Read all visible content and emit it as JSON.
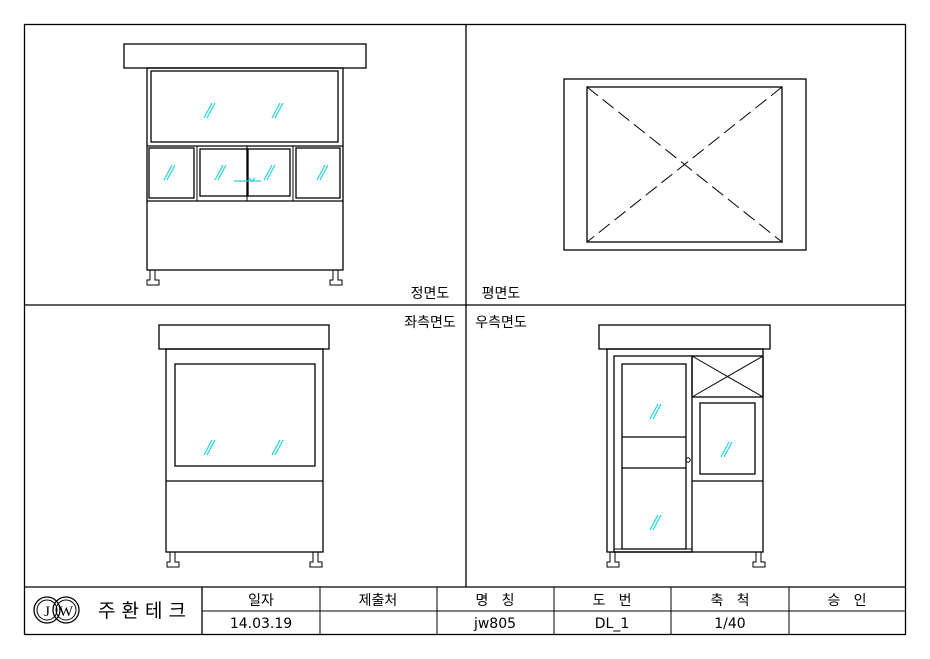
{
  "views": {
    "front": "정면도",
    "plan": "평면도",
    "left_side": "좌측면도",
    "right_side": "우측면도"
  },
  "title_block": {
    "company_logo_text": "JW",
    "company_name": "주 환 테 크",
    "headers": [
      "일자",
      "제출처",
      "명   칭",
      "도   번",
      "축   척",
      "승   인"
    ],
    "values": [
      "14.03.19",
      "",
      "jw805",
      "DL_1",
      "1/40",
      ""
    ]
  },
  "colors": {
    "line": "#000000",
    "glass": "#22d3dc"
  }
}
